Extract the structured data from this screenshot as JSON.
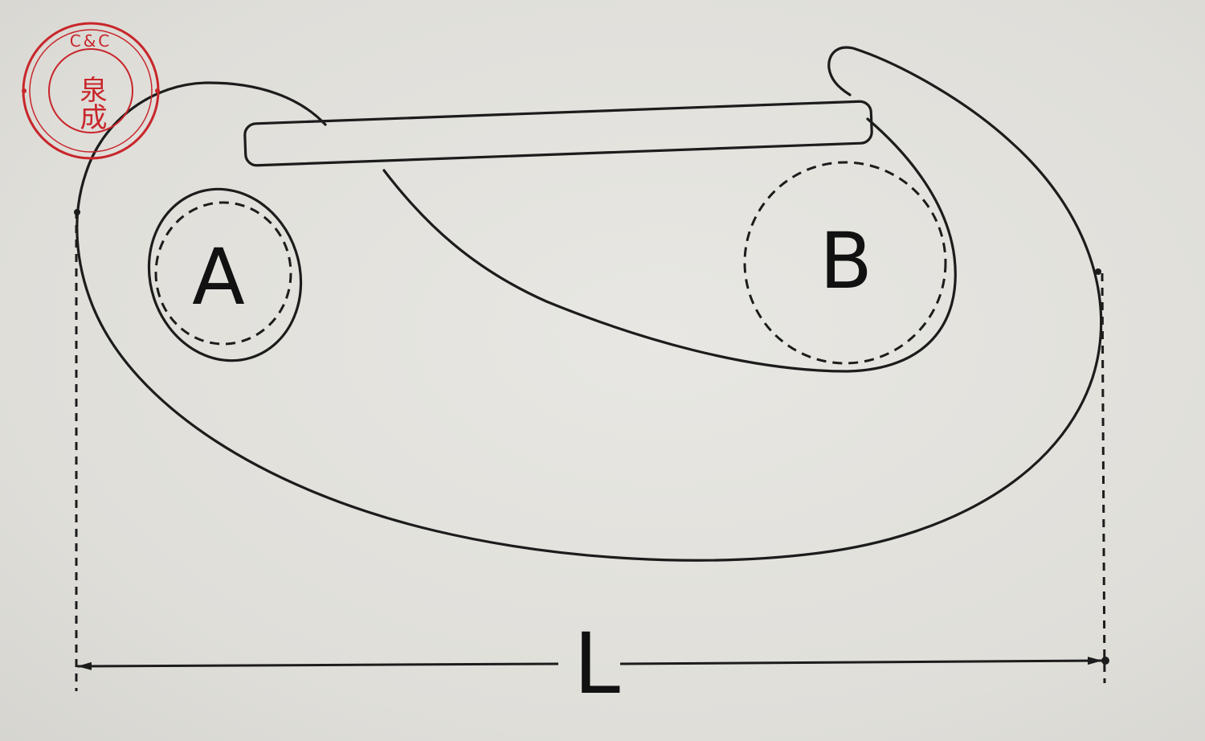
{
  "labels": {
    "small_eye": "A",
    "large_eye": "B",
    "length": "L"
  },
  "seal": {
    "top_text": "C&C",
    "characters": "泉成",
    "color": "#c8262b"
  },
  "icons": {
    "seal": "red-company-seal-icon",
    "arrowheads": "dimension-arrow-icon"
  },
  "colors": {
    "stroke": "#1c1c1c",
    "background": "#e2e1dc",
    "seal": "#c8262b"
  }
}
